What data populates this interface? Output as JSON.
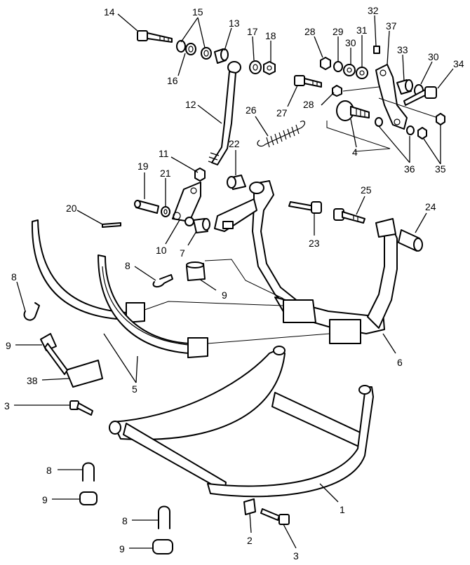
{
  "callouts": {
    "c14": "14",
    "c15": "15",
    "c13": "13",
    "c16": "16",
    "c17": "17",
    "c18": "18",
    "c28a": "28",
    "c29": "29",
    "c30a": "30",
    "c31": "31",
    "c32": "32",
    "c37": "37",
    "c33": "33",
    "c30b": "30",
    "c34": "34",
    "c27": "27",
    "c28b": "28",
    "c12": "12",
    "c26": "26",
    "c4": "4",
    "c36": "36",
    "c35": "35",
    "c11": "11",
    "c22": "22",
    "c19": "19",
    "c21": "21",
    "c20": "20",
    "c10": "10",
    "c7": "7",
    "c25": "25",
    "c24": "24",
    "c23": "23",
    "c8a": "8",
    "c9a": "9",
    "c8b": "8",
    "c9b": "9",
    "c38": "38",
    "c5": "5",
    "c6": "6",
    "c3a": "3",
    "c1": "1",
    "c8c": "8",
    "c9c": "9",
    "c2": "2",
    "c3b": "3",
    "c8d": "8",
    "c9d": "9"
  }
}
